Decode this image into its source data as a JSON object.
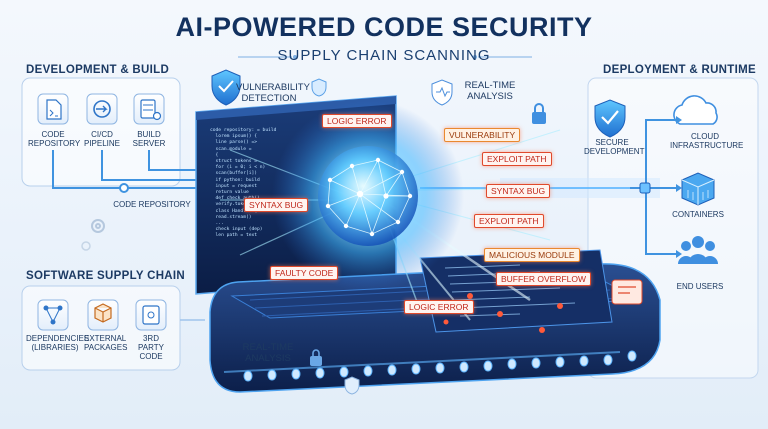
{
  "header": {
    "title": "AI-POWERED CODE SECURITY",
    "subtitle": "SUPPLY CHAIN SCANNING"
  },
  "sections": {
    "dev_build": "DEVELOPMENT & BUILD",
    "supply_chain": "SOFTWARE SUPPLY CHAIN",
    "deployment": "DEPLOYMENT & RUNTIME"
  },
  "dev_build_items": [
    {
      "label": "CODE REPOSITORY",
      "icon": "document-icon"
    },
    {
      "label": "CI/CD PIPELINE",
      "icon": "pipeline-icon"
    },
    {
      "label": "BUILD SERVER",
      "icon": "server-gear-icon"
    }
  ],
  "code_repository_link": "CODE REPOSITORY",
  "supply_chain_items": [
    {
      "label": "DEPENDENCIES (LIBRARIES)",
      "icon": "network-icon"
    },
    {
      "label": "EXTERNAL PACKAGES",
      "icon": "package-icon"
    },
    {
      "label": "3RD PARTY CODE",
      "icon": "code-module-icon"
    }
  ],
  "deployment_items": [
    {
      "label": "SECURE DEVELOPMENT",
      "icon": "shield-check-icon"
    },
    {
      "label": "CLOUD INFRASTRUCTURE",
      "icon": "cloud-icon"
    },
    {
      "label": "CONTAINERS",
      "icon": "container-icon"
    },
    {
      "label": "END USERS",
      "icon": "users-icon"
    }
  ],
  "callouts": {
    "vulnerability_detection": "VULNERABILITY DETECTION",
    "realtime_top": "REAL-TIME ANALYSIS",
    "realtime_bottom": "REAL-TIME ANALYSIS"
  },
  "issue_tags": {
    "logic_error_top": "LOGIC ERROR",
    "vulnerability": "VULNERABILITY",
    "exploit_path_1": "EXPLOIT PATH",
    "syntax_bug_right": "SYNTAX BUG",
    "syntax_bug_left": "SYNTAX BUG",
    "exploit_path_2": "EXPLOIT PATH",
    "malicious_module": "MALICIOUS MODULE",
    "buffer_overflow": "BUFFER OVERFLOW",
    "faulty_code": "FAULTY CODE",
    "logic_error_bottom": "LOGIC ERROR"
  },
  "colors": {
    "navy": "#12315f",
    "accent_blue": "#2f8fe0",
    "glow": "#9fe6ff",
    "alert_red": "#e04a2c",
    "alert_orange": "#e9892f"
  }
}
